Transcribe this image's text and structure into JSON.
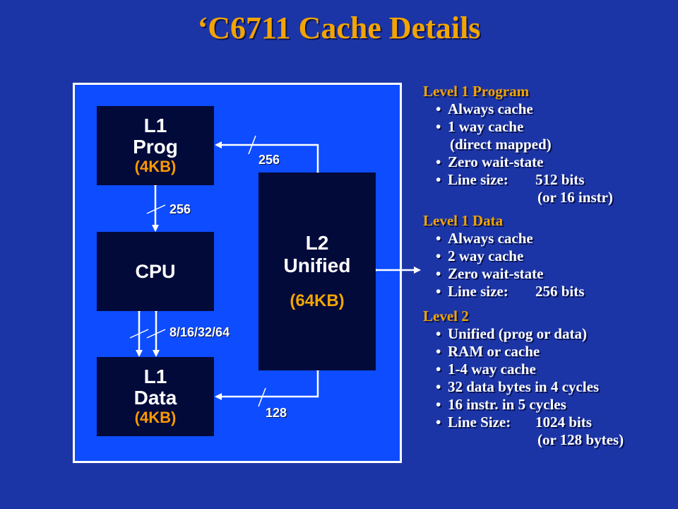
{
  "title": "‘C6711 Cache Details",
  "diagram": {
    "l1_prog": {
      "name_line1": "L1",
      "name_line2": "Prog",
      "size": "(4KB)"
    },
    "cpu": {
      "name": "CPU"
    },
    "l1_data": {
      "name_line1": "L1",
      "name_line2": "Data",
      "size": "(4KB)"
    },
    "l2": {
      "name_line1": "L2",
      "name_line2": "Unified",
      "size": "(64KB)"
    },
    "bus_prog_l2": "256",
    "bus_prog_cpu": "256",
    "bus_cpu_data": "8/16/32/64",
    "bus_data_l2": "128"
  },
  "notes": {
    "l1p": {
      "heading": "Level 1 Program",
      "items": [
        "Always cache",
        "1 way cache",
        "Zero wait-state"
      ],
      "item2_cont": "(direct mapped)",
      "line_key": "Line size:",
      "line_val": "512 bits",
      "line_cont": "(or 16 instr)"
    },
    "l1d": {
      "heading": "Level 1 Data",
      "items": [
        "Always cache",
        "2 way cache",
        "Zero wait-state"
      ],
      "line_key": "Line size:",
      "line_val": "256 bits"
    },
    "l2": {
      "heading": "Level 2",
      "items": [
        "Unified (prog or data)",
        "RAM or cache",
        "1-4 way cache",
        "32 data bytes in 4 cycles",
        "16 instr. in 5 cycles"
      ],
      "line_key": "Line Size:",
      "line_val": "1024 bits",
      "line_cont": "(or 128 bytes)"
    }
  },
  "colors": {
    "background": "#1c35a6",
    "frame": "#0d4cff",
    "block": "#020a3a",
    "accent": "#f2a400"
  }
}
